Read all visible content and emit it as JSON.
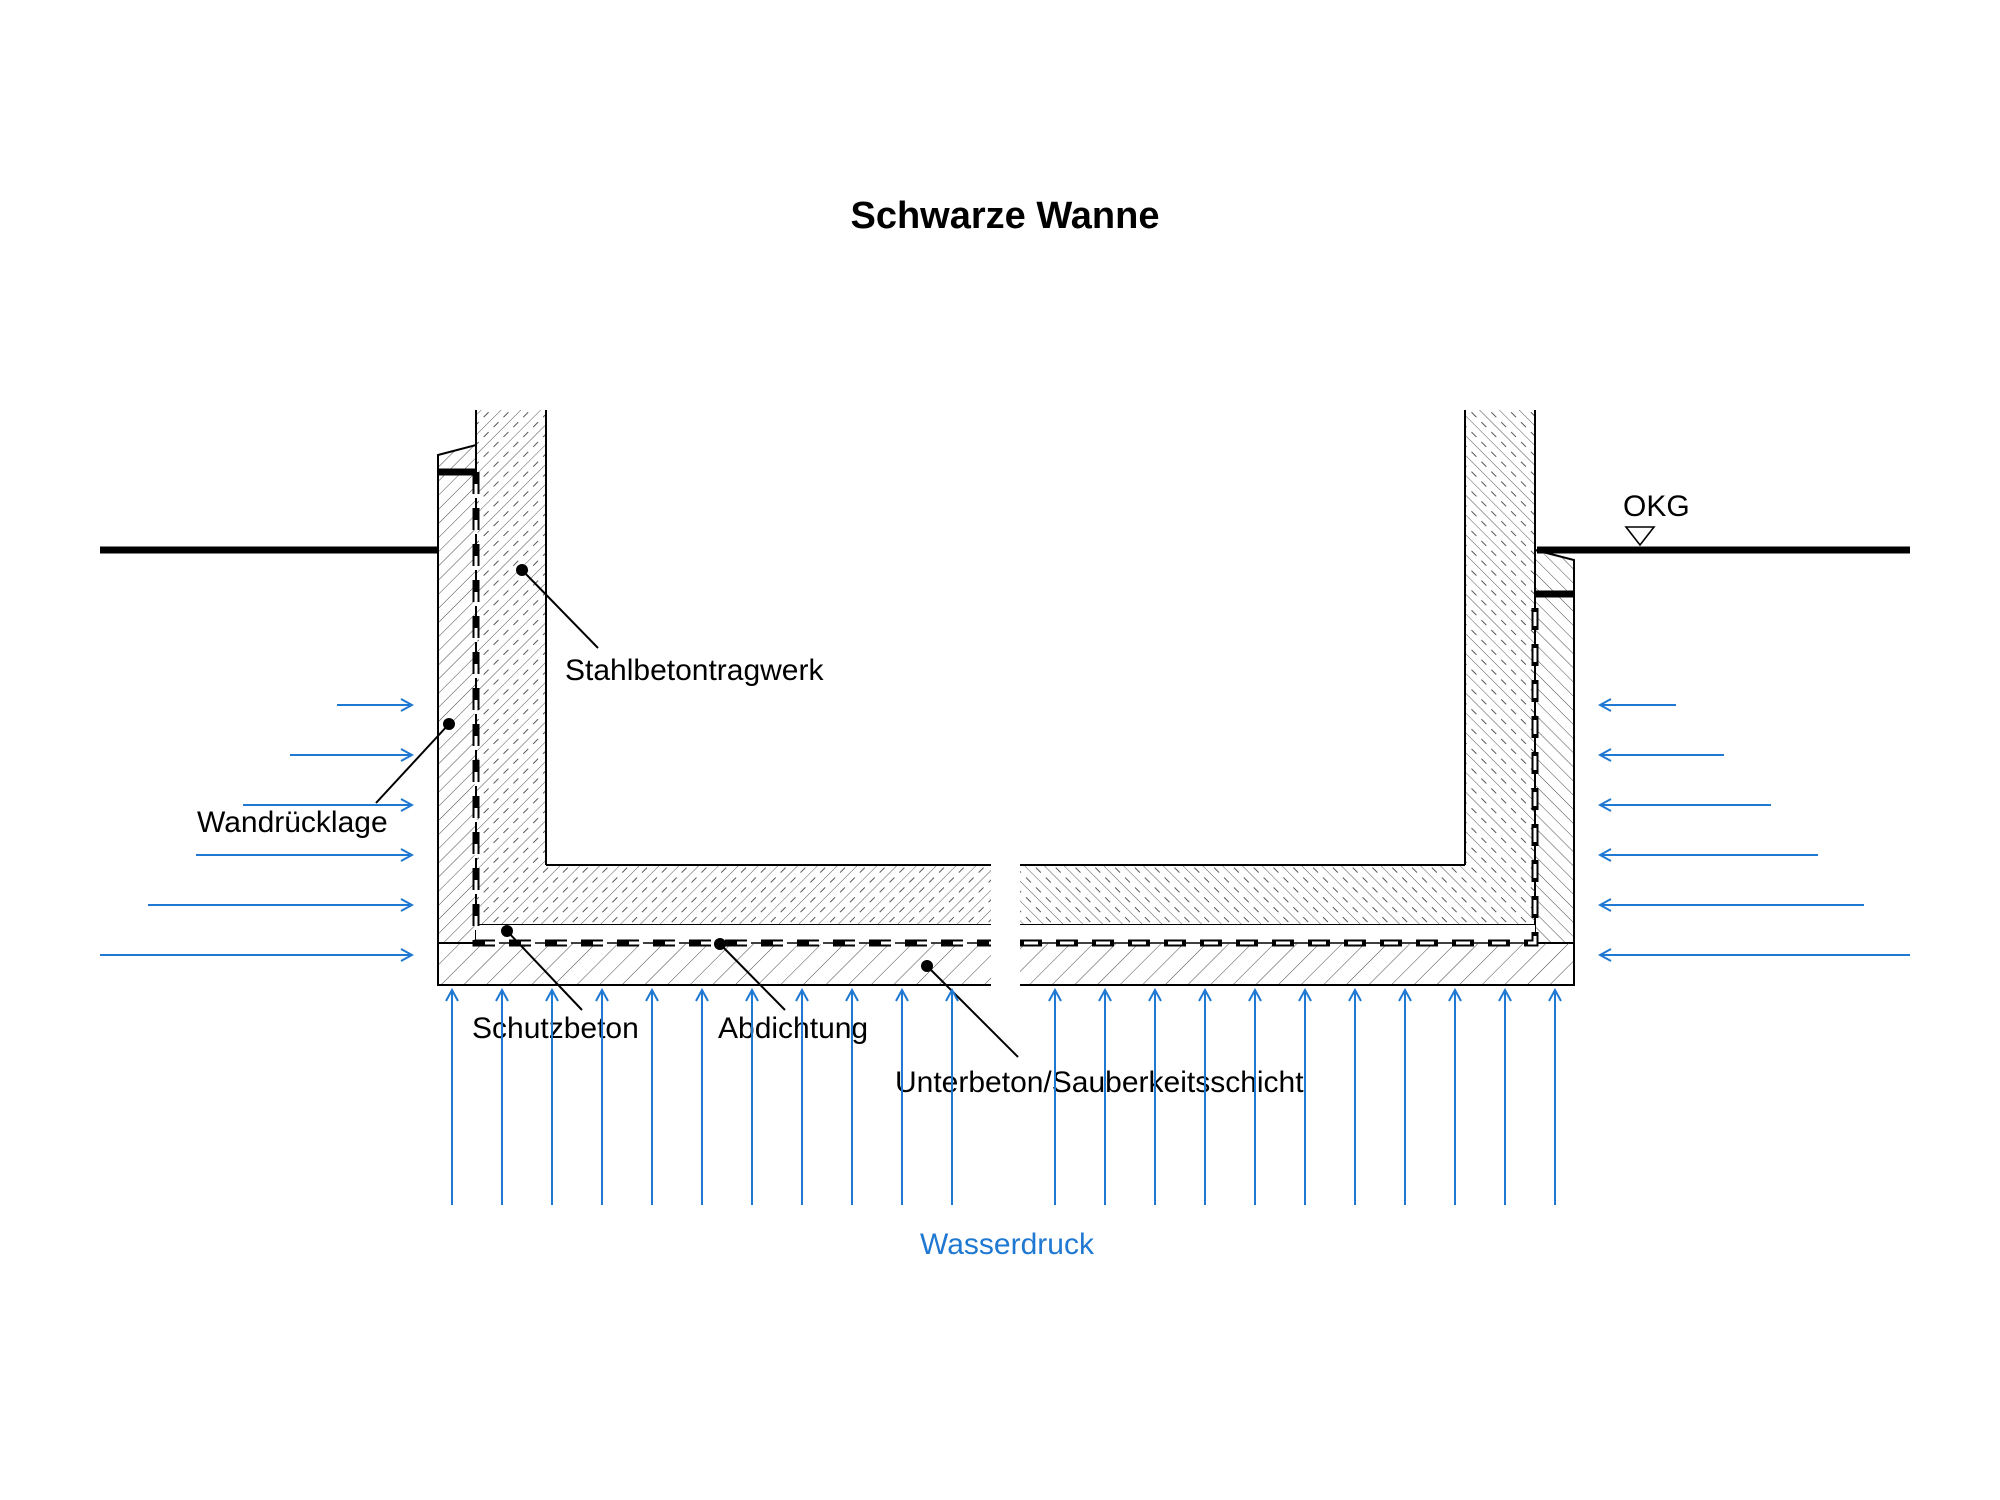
{
  "title": "Schwarze Wanne",
  "labels": {
    "stahlbeton": "Stahlbetontragwerk",
    "wandruecklage": "Wandrücklage",
    "schutzbeton": "Schutzbeton",
    "abdichtung": "Abdichtung",
    "unterbeton": "Unterbeton/Sauberkeitsschicht",
    "okg": "OKG",
    "wasserdruck": "Wasserdruck"
  },
  "colors": {
    "water_arrows": "#1f78d1",
    "lines": "#000000"
  }
}
